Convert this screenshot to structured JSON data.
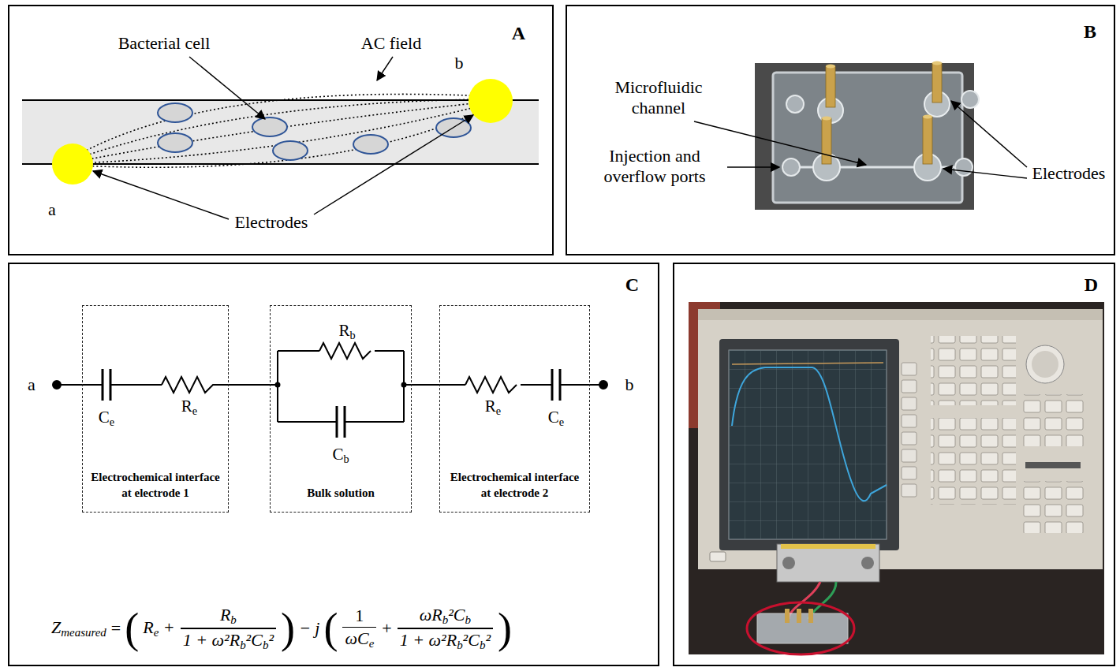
{
  "diagram": {
    "nodes": [
      {
        "text": [
          "A"
        ]
      },
      {
        "text": [
          "B"
        ]
      },
      {
        "text": [
          "C"
        ]
      },
      {
        "text": [
          "Electrochemical interface at electrode 1"
        ],
        "in": 2
      },
      {
        "text": [
          "Bulk solution"
        ],
        "in": 2
      },
      {
        "text": [
          "Electrochemical interface at electrode 2"
        ],
        "in": 2
      },
      {
        "text": [
          "D"
        ]
      }
    ],
    "edges": [
      {
        "from": 3,
        "to": 4,
        "arrow": "none"
      },
      {
        "from": 4,
        "to": 5,
        "arrow": "none"
      }
    ],
    "labels": [
      "Bacterial cell",
      "AC field",
      "b",
      "a",
      "Electrodes",
      "Microfluidic channel",
      "Injection and overflow ports",
      "Electrodes",
      "a",
      "Ce",
      "Re",
      "Rb",
      "Cb",
      "Re",
      "Ce",
      "b",
      "Zmeasured",
      "=",
      "(",
      "Re +",
      "Rb",
      "1 + ω²Rb²Cb²",
      ")",
      "− j",
      "(",
      "1",
      "ωCe",
      "+",
      "ωRb²Cb",
      "1 + ω²Rb²Cb²",
      ")"
    ]
  }
}
